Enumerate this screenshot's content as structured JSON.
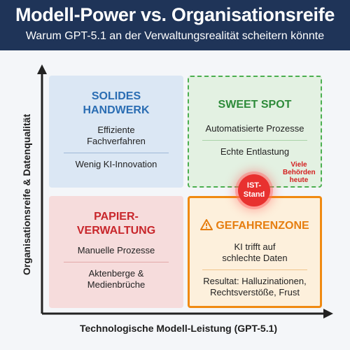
{
  "header": {
    "title": "Modell-Power vs. Organisationsreife",
    "subtitle": "Warum GPT-5.1 an der Verwaltungsrealität scheitern könnte"
  },
  "axes": {
    "y_label": "Organisationsreife & Datenqualität",
    "x_label": "Technologische Modell-Leistung (GPT-5.1)"
  },
  "quadrants": {
    "solid": {
      "title_line1": "SOLIDES",
      "title_line2": "HANDWERK",
      "item1_line1": "Effiziente",
      "item1_line2": "Fachverfahren",
      "item2": "Wenig KI-Innovation",
      "color": "#2a6db3"
    },
    "sweet": {
      "title": "SWEET SPOT",
      "item1": "Automatisierte Prozesse",
      "item2": "Echte Entlastung",
      "color": "#2e8b3a"
    },
    "paper": {
      "title_line1": "PAPIER-",
      "title_line2": "VERWALTUNG",
      "item1": "Manuelle Prozesse",
      "item2_line1": "Aktenberge &",
      "item2_line2": "Medienbrüche",
      "color": "#c8262b"
    },
    "danger": {
      "icon": "warning-triangle-icon",
      "title": "GEFAHRENZONE",
      "item1_line1": "KI trifft auf",
      "item1_line2": "schlechte Daten",
      "item2_line1": "Resultat: Halluzinationen,",
      "item2_line2": "Rechtsverstöße, Frust",
      "color": "#e67e10"
    }
  },
  "marker": {
    "line1": "IST-",
    "line2": "Stand",
    "color": "#e8312f"
  },
  "note": {
    "line1": "Viele",
    "line2": "Behörden",
    "line3": "heute"
  }
}
